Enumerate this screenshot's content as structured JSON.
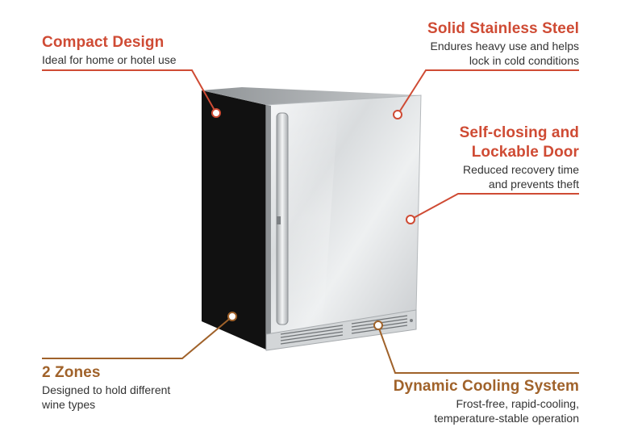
{
  "colors": {
    "red_accent": "#cf4b34",
    "brown_accent": "#a0622a",
    "text": "#333333",
    "background": "#ffffff"
  },
  "callouts": {
    "compact": {
      "title": "Compact Design",
      "desc_lines": [
        "Ideal for home or hotel use"
      ]
    },
    "steel": {
      "title": "Solid Stainless Steel",
      "desc_lines": [
        "Endures heavy use and helps",
        "lock in cold conditions"
      ]
    },
    "door": {
      "title_lines": [
        "Self-closing and",
        "Lockable Door"
      ],
      "desc_lines": [
        "Reduced recovery time",
        "and prevents theft"
      ]
    },
    "zones": {
      "title": "2 Zones",
      "desc_lines": [
        "Designed to hold different",
        "wine types"
      ]
    },
    "cooling": {
      "title": "Dynamic Cooling System",
      "desc_lines": [
        "Frost-free, rapid-cooling,",
        "temperature-stable operation"
      ]
    }
  },
  "product": {
    "type": "undercounter wine refrigerator",
    "finish": "stainless steel door with black cabinet"
  }
}
